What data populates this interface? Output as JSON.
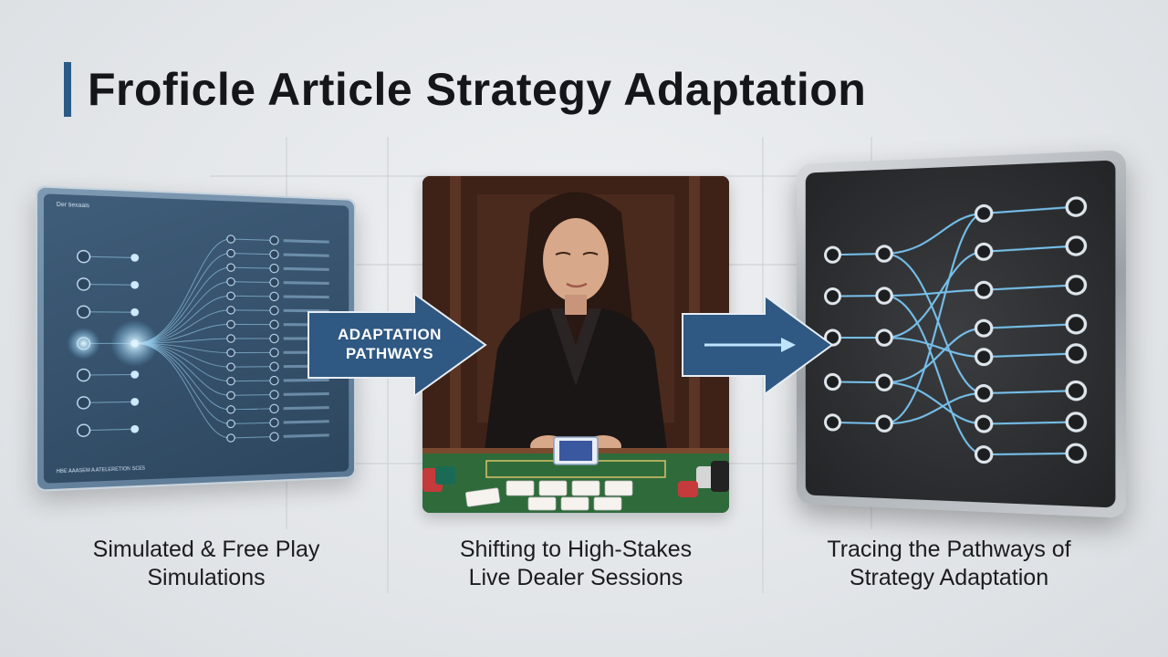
{
  "title": "Froficle Article Strategy Adaptation",
  "colors": {
    "accent": "#2c5a86",
    "arrow": "#2f5882",
    "glow": "#7fd0ff"
  },
  "left_panel": {
    "header": "Der tiexaais",
    "footer": "HBE AAASEM A ATELERETION SCE5"
  },
  "arrow_label": {
    "line1": "ADAPTATION",
    "line2": "PATHWAYS"
  },
  "captions": [
    {
      "line1": "Simulated & Free Play",
      "line2": "Simulations"
    },
    {
      "line1": "Shifting to High-Stakes",
      "line2": "Live Dealer Sessions"
    },
    {
      "line1": "Tracing the Pathways of",
      "line2": "Strategy Adaptation"
    }
  ]
}
